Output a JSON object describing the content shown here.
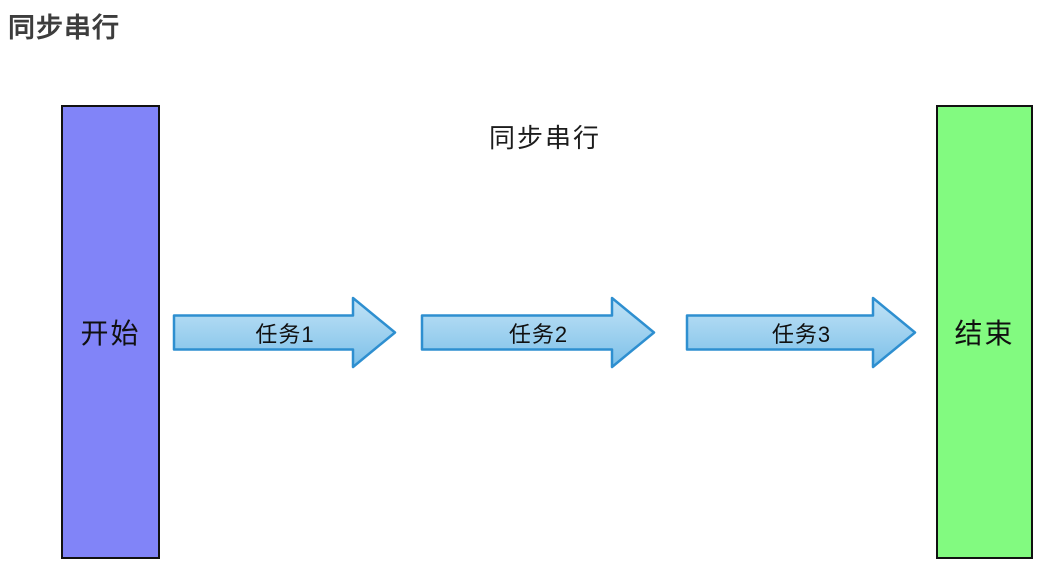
{
  "page": {
    "heading": "同步串行"
  },
  "diagram": {
    "title": "同步串行",
    "start_node": {
      "label": "开始"
    },
    "end_node": {
      "label": "结束"
    },
    "arrows": [
      {
        "label": "任务1"
      },
      {
        "label": "任务2"
      },
      {
        "label": "任务3"
      }
    ]
  },
  "colors": {
    "heading_color": "#3d3d3d",
    "shape_border": "#111111",
    "start_fill": "#8184f8",
    "end_fill": "#82fa80",
    "arrow_fill_top": "#c2e3f6",
    "arrow_fill_bottom": "#7cc0e9",
    "arrow_border": "#2e8fd0"
  }
}
